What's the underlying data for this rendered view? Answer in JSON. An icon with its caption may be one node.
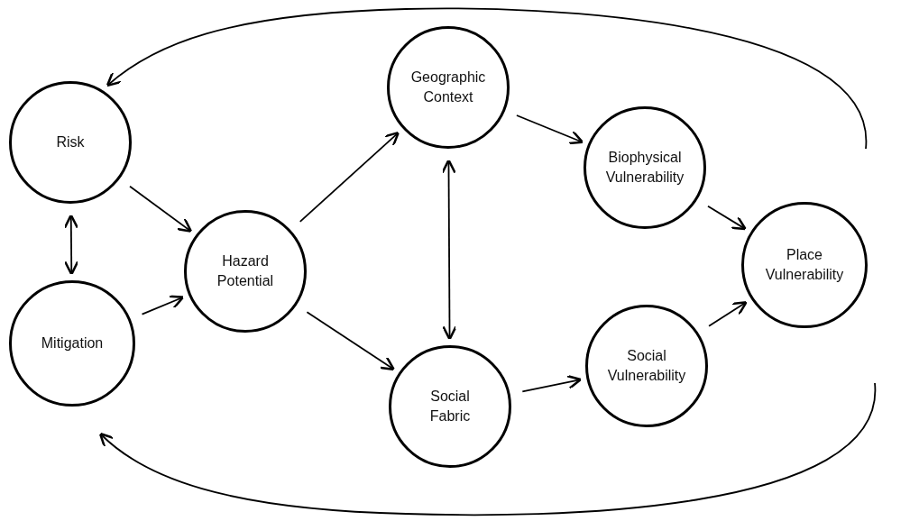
{
  "diagram": {
    "nodes": [
      {
        "text": [
          "Risk"
        ]
      },
      {
        "text": [
          "Mitigation"
        ]
      },
      {
        "text": [
          "Hazard Potential"
        ]
      },
      {
        "text": [
          "Geographic Context"
        ]
      },
      {
        "text": [
          "Social Fabric"
        ]
      },
      {
        "text": [
          "Biophysical Vulnerability"
        ]
      },
      {
        "text": [
          "Social Vulnerability"
        ]
      },
      {
        "text": [
          "Place Vulnerability"
        ]
      }
    ],
    "edges": [
      {
        "from": 0,
        "to": 2,
        "arrow": "to"
      },
      {
        "from": 1,
        "to": 2,
        "arrow": "to"
      },
      {
        "from": 0,
        "to": 1,
        "arrow": "both"
      },
      {
        "from": 2,
        "to": 3,
        "arrow": "to"
      },
      {
        "from": 2,
        "to": 4,
        "arrow": "to"
      },
      {
        "from": 3,
        "to": 4,
        "arrow": "both"
      },
      {
        "from": 3,
        "to": 5,
        "arrow": "to"
      },
      {
        "from": 4,
        "to": 6,
        "arrow": "to"
      },
      {
        "from": 5,
        "to": 7,
        "arrow": "to"
      },
      {
        "from": 6,
        "to": 7,
        "arrow": "to"
      },
      {
        "from": 7,
        "to": 0,
        "arrow": "to"
      },
      {
        "from": 7,
        "to": 1,
        "arrow": "to"
      }
    ]
  }
}
